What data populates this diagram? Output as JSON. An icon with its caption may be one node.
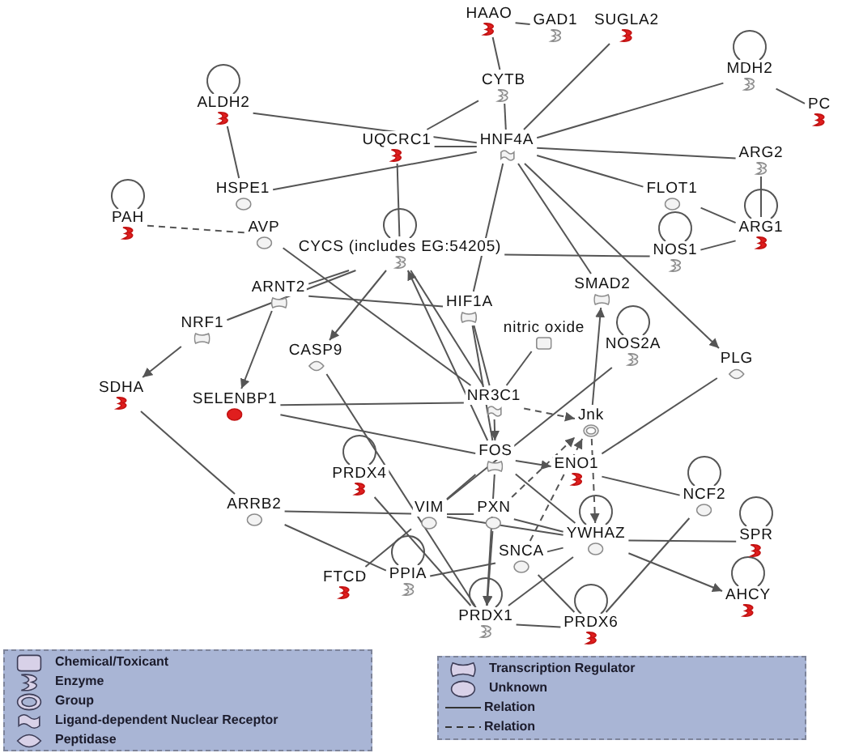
{
  "diagram": {
    "nodes": [
      {
        "text": [
          "HAAO"
        ]
      },
      {
        "text": [
          "GAD1"
        ]
      },
      {
        "text": [
          "SUGLA2"
        ]
      },
      {
        "text": [
          "MDH2"
        ]
      },
      {
        "text": [
          "CYTB"
        ]
      },
      {
        "text": [
          "ALDH2"
        ]
      },
      {
        "text": [
          "PC"
        ]
      },
      {
        "text": [
          "UQCRC1"
        ]
      },
      {
        "text": [
          "HNF4A"
        ]
      },
      {
        "text": [
          "ARG2"
        ]
      },
      {
        "text": [
          "HSPE1"
        ]
      },
      {
        "text": [
          "FLOT1"
        ]
      },
      {
        "text": [
          "PAH"
        ]
      },
      {
        "text": [
          "AVP"
        ]
      },
      {
        "text": [
          "ARG1"
        ]
      },
      {
        "text": [
          "CYCS (includes EG:54205)"
        ]
      },
      {
        "text": [
          "NOS1"
        ]
      },
      {
        "text": [
          "ARNT2"
        ]
      },
      {
        "text": [
          "SMAD2"
        ]
      },
      {
        "text": [
          "HIF1A"
        ]
      },
      {
        "text": [
          "NRF1"
        ]
      },
      {
        "text": [
          "nitric oxide"
        ]
      },
      {
        "text": [
          "NOS2A"
        ]
      },
      {
        "text": [
          "CASP9"
        ]
      },
      {
        "text": [
          "PLG"
        ]
      },
      {
        "text": [
          "SDHA"
        ]
      },
      {
        "text": [
          "NR3C1"
        ]
      },
      {
        "text": [
          "SELENBP1"
        ]
      },
      {
        "text": [
          "Jnk"
        ]
      },
      {
        "text": [
          "FOS"
        ]
      },
      {
        "text": [
          "ENO1"
        ]
      },
      {
        "text": [
          "PRDX4"
        ]
      },
      {
        "text": [
          "NCF2"
        ]
      },
      {
        "text": [
          "ARRB2"
        ]
      },
      {
        "text": [
          "VIM"
        ]
      },
      {
        "text": [
          "PXN"
        ]
      },
      {
        "text": [
          "YWHAZ"
        ]
      },
      {
        "text": [
          "SPR"
        ]
      },
      {
        "text": [
          "SNCA"
        ]
      },
      {
        "text": [
          "FTCD"
        ]
      },
      {
        "text": [
          "PPIA"
        ]
      },
      {
        "text": [
          "AHCY"
        ]
      },
      {
        "text": [
          "PRDX1"
        ]
      },
      {
        "text": [
          "PRDX6"
        ]
      }
    ],
    "edges": [
      {
        "from": 0,
        "to": 1,
        "arrow": "none"
      },
      {
        "from": 0,
        "to": 4,
        "arrow": "none"
      },
      {
        "from": 4,
        "to": 8,
        "arrow": "none"
      },
      {
        "from": 2,
        "to": 8,
        "arrow": "none"
      },
      {
        "from": 4,
        "to": 7,
        "arrow": "none"
      },
      {
        "from": 5,
        "to": 8,
        "arrow": "none"
      },
      {
        "from": 5,
        "to": 10,
        "arrow": "none"
      },
      {
        "from": 10,
        "to": 8,
        "arrow": "none"
      },
      {
        "from": 7,
        "to": 8,
        "arrow": "none"
      },
      {
        "from": 7,
        "to": 15,
        "arrow": "none"
      },
      {
        "from": 8,
        "to": 3,
        "arrow": "none"
      },
      {
        "from": 3,
        "to": 6,
        "arrow": "none"
      },
      {
        "from": 8,
        "to": 9,
        "arrow": "none"
      },
      {
        "from": 8,
        "to": 11,
        "arrow": "none"
      },
      {
        "from": 11,
        "to": 14,
        "arrow": "none"
      },
      {
        "from": 9,
        "to": 14,
        "arrow": "none"
      },
      {
        "from": 16,
        "to": 14,
        "arrow": "none"
      },
      {
        "from": 15,
        "to": 16,
        "arrow": "none"
      },
      {
        "from": 12,
        "to": 13,
        "arrow": "none",
        "style": "dashed"
      },
      {
        "from": 13,
        "to": 26,
        "arrow": "none"
      },
      {
        "from": 8,
        "to": 19,
        "arrow": "none"
      },
      {
        "from": 8,
        "to": 18,
        "arrow": "none"
      },
      {
        "from": 8,
        "to": 24,
        "arrow": "to"
      },
      {
        "from": 17,
        "to": 15,
        "arrow": "none"
      },
      {
        "from": 20,
        "to": 15,
        "arrow": "none"
      },
      {
        "from": 17,
        "to": 19,
        "arrow": "none"
      },
      {
        "from": 17,
        "to": 27,
        "arrow": "to"
      },
      {
        "from": 20,
        "to": 25,
        "arrow": "to"
      },
      {
        "from": 15,
        "to": 23,
        "arrow": "to"
      },
      {
        "from": 23,
        "to": 42,
        "arrow": "none"
      },
      {
        "from": 27,
        "to": 26,
        "arrow": "none"
      },
      {
        "from": 27,
        "to": 29,
        "arrow": "none"
      },
      {
        "from": 25,
        "to": 33,
        "arrow": "none"
      },
      {
        "from": 33,
        "to": 34,
        "arrow": "none"
      },
      {
        "from": 33,
        "to": 40,
        "arrow": "none"
      },
      {
        "from": 39,
        "to": 34,
        "arrow": "none"
      },
      {
        "from": 31,
        "to": 42,
        "arrow": "none"
      },
      {
        "from": 19,
        "to": 26,
        "arrow": "none"
      },
      {
        "from": 19,
        "to": 29,
        "arrow": "none"
      },
      {
        "from": 15,
        "to": 26,
        "arrow": "none"
      },
      {
        "from": 29,
        "to": 15,
        "arrow": "to"
      },
      {
        "from": 21,
        "to": 26,
        "arrow": "none"
      },
      {
        "from": 22,
        "to": 34,
        "arrow": "none"
      },
      {
        "from": 26,
        "to": 28,
        "arrow": "to",
        "style": "dashed"
      },
      {
        "from": 26,
        "to": 29,
        "arrow": "to"
      },
      {
        "from": 28,
        "to": 18,
        "arrow": "to"
      },
      {
        "from": 28,
        "to": 36,
        "arrow": "to",
        "style": "dashed"
      },
      {
        "from": 35,
        "to": 28,
        "arrow": "to",
        "style": "dashed"
      },
      {
        "from": 38,
        "to": 28,
        "arrow": "to",
        "style": "dashed"
      },
      {
        "from": 29,
        "to": 30,
        "arrow": "to"
      },
      {
        "from": 30,
        "to": 32,
        "arrow": "none"
      },
      {
        "from": 30,
        "to": 24,
        "arrow": "none"
      },
      {
        "from": 29,
        "to": 36,
        "arrow": "none"
      },
      {
        "from": 29,
        "to": 42,
        "arrow": "to"
      },
      {
        "from": 35,
        "to": 42,
        "arrow": "to"
      },
      {
        "from": 34,
        "to": 35,
        "arrow": "none"
      },
      {
        "from": 34,
        "to": 36,
        "arrow": "none"
      },
      {
        "from": 35,
        "to": 36,
        "arrow": "none"
      },
      {
        "from": 38,
        "to": 36,
        "arrow": "none"
      },
      {
        "from": 36,
        "to": 37,
        "arrow": "none"
      },
      {
        "from": 36,
        "to": 41,
        "arrow": "to"
      },
      {
        "from": 32,
        "to": 43,
        "arrow": "none"
      },
      {
        "from": 42,
        "to": 43,
        "arrow": "none"
      },
      {
        "from": 36,
        "to": 42,
        "arrow": "none"
      },
      {
        "from": 38,
        "to": 43,
        "arrow": "none"
      },
      {
        "from": 40,
        "to": 38,
        "arrow": "none"
      },
      {
        "from": 34,
        "to": 29,
        "arrow": "none"
      },
      {
        "from": 3,
        "to": 3,
        "arrow": "none"
      },
      {
        "from": 5,
        "to": 5,
        "arrow": "none"
      },
      {
        "from": 12,
        "to": 12,
        "arrow": "none"
      },
      {
        "from": 14,
        "to": 14,
        "arrow": "none"
      },
      {
        "from": 15,
        "to": 15,
        "arrow": "none"
      },
      {
        "from": 16,
        "to": 16,
        "arrow": "none"
      },
      {
        "from": 22,
        "to": 22,
        "arrow": "none"
      },
      {
        "from": 31,
        "to": 31,
        "arrow": "none"
      },
      {
        "from": 32,
        "to": 32,
        "arrow": "none"
      },
      {
        "from": 36,
        "to": 36,
        "arrow": "none"
      },
      {
        "from": 37,
        "to": 37,
        "arrow": "none"
      },
      {
        "from": 40,
        "to": 40,
        "arrow": "none"
      },
      {
        "from": 41,
        "to": 41,
        "arrow": "none"
      },
      {
        "from": 42,
        "to": 42,
        "arrow": "none"
      },
      {
        "from": 43,
        "to": 43,
        "arrow": "none"
      }
    ],
    "legend": [
      {
        "text": "Chemical/Toxicant"
      },
      {
        "text": "Enzyme"
      },
      {
        "text": "Group"
      },
      {
        "text": "Ligand-dependent Nuclear Receptor"
      },
      {
        "text": "Peptidase"
      },
      {
        "text": "Transcription Regulator"
      },
      {
        "text": "Unknown"
      },
      {
        "text": "Relation"
      },
      {
        "text": "Relation"
      }
    ]
  }
}
